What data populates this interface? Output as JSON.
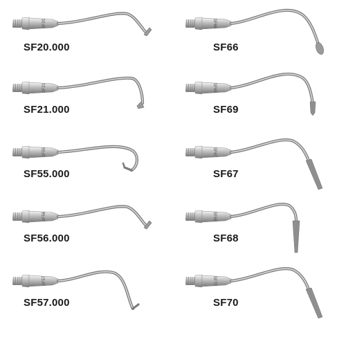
{
  "tips": [
    {
      "code": "SF20.000",
      "engraving": "SF20",
      "shape": "hook-small"
    },
    {
      "code": "SF66",
      "engraving": "SF66",
      "shape": "rounded-bud"
    },
    {
      "code": "SF21.000",
      "engraving": "SF21",
      "shape": "hook-down"
    },
    {
      "code": "SF69",
      "engraving": "SF69",
      "shape": "diamond-small"
    },
    {
      "code": "SF55.000",
      "engraving": "SF55",
      "shape": "hook-return"
    },
    {
      "code": "SF67",
      "engraving": "SF67",
      "shape": "diamond-long"
    },
    {
      "code": "SF56.000",
      "engraving": "SF56",
      "shape": "hook-small"
    },
    {
      "code": "SF68",
      "engraving": "SF68",
      "shape": "diamond-cone"
    },
    {
      "code": "SF57.000",
      "engraving": "SF57",
      "shape": "hook-up"
    },
    {
      "code": "SF70",
      "engraving": "SF70",
      "shape": "diamond-long"
    }
  ],
  "colors": {
    "metal_light": "#e9e9e9",
    "metal_mid": "#bdbdbd",
    "metal_dark": "#7a7a7a",
    "diamond": "#9a9a9a",
    "label": "#1a1a1a"
  }
}
